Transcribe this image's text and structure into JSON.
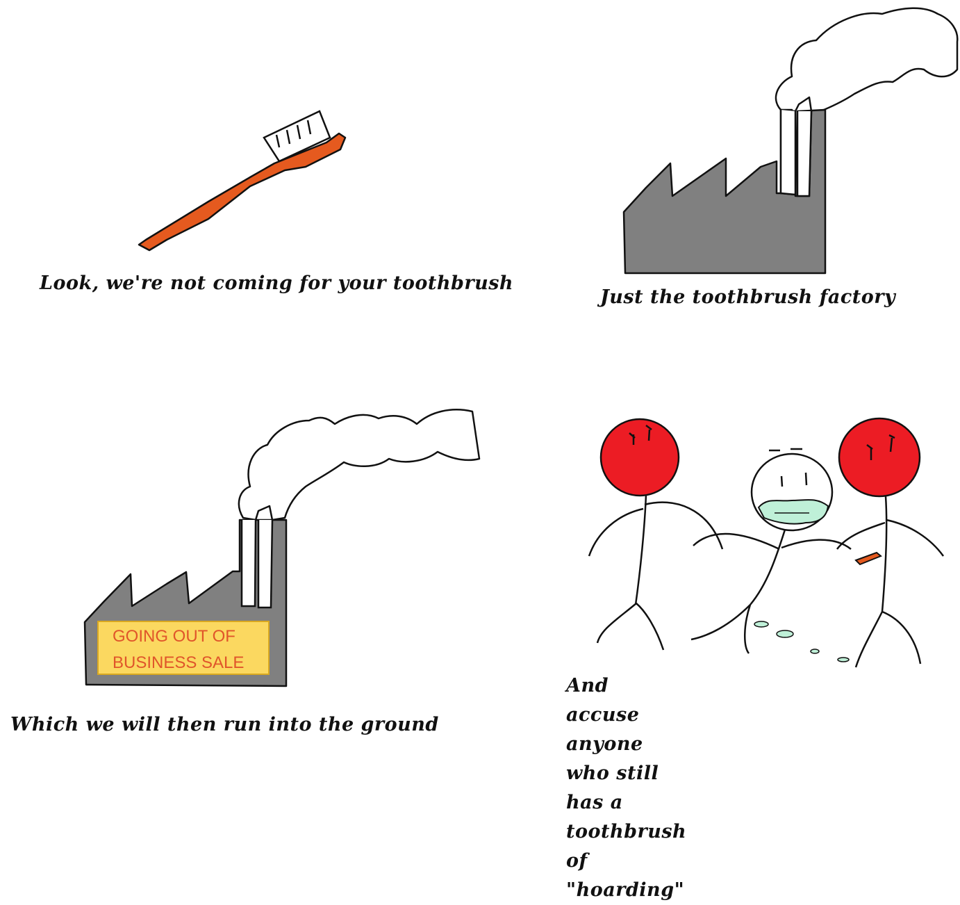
{
  "panels": {
    "p1": {
      "caption": "Look, we're not coming for your toothbrush"
    },
    "p2": {
      "caption": "Just the toothbrush factory"
    },
    "p3": {
      "caption": "Which we will then run into the ground",
      "sign": {
        "line1": "GOING OUT OF",
        "line2": "BUSINESS SALE"
      }
    },
    "p4": {
      "caption_line1": "And accuse anyone who still has a",
      "caption_line2": "toothbrush of \"hoarding\""
    }
  },
  "colors": {
    "toothbrush": "#e55a1f",
    "factory": "#808080",
    "sign_bg": "#fbd860",
    "sign_text": "#e0552a",
    "head_red": "#ec1c24",
    "foam": "#bff0d8"
  }
}
